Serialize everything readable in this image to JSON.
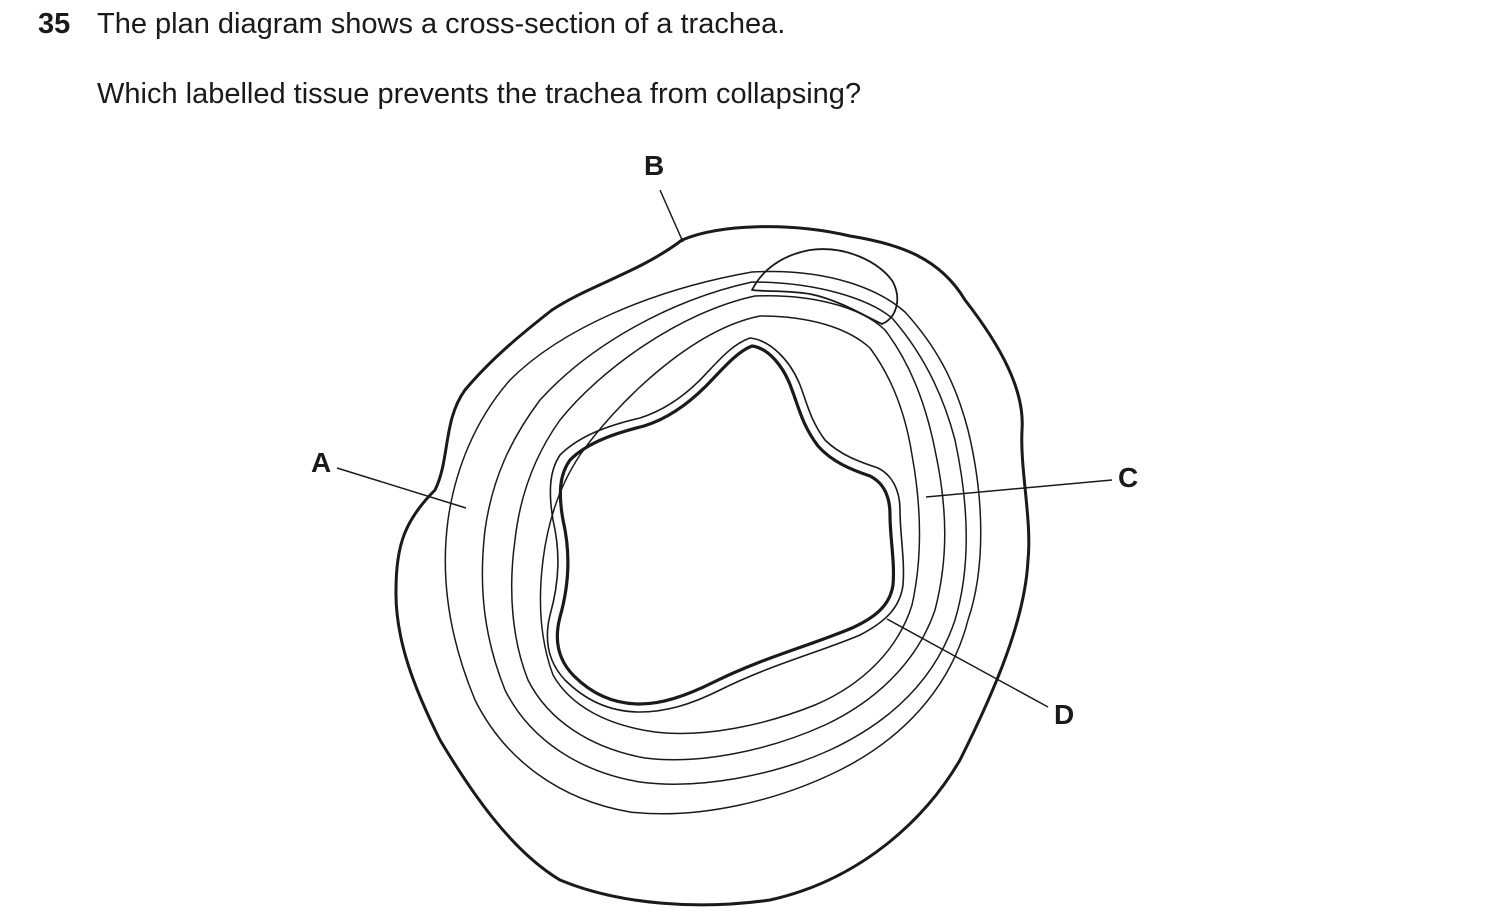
{
  "question": {
    "number": "35",
    "statement": "The plan diagram shows a cross-section of a trachea.",
    "prompt": "Which labelled tissue prevents the trachea from collapsing?"
  },
  "diagram": {
    "labels": {
      "a": "A",
      "b": "B",
      "c": "C",
      "d": "D"
    },
    "line_color": "#1a1a1a"
  }
}
